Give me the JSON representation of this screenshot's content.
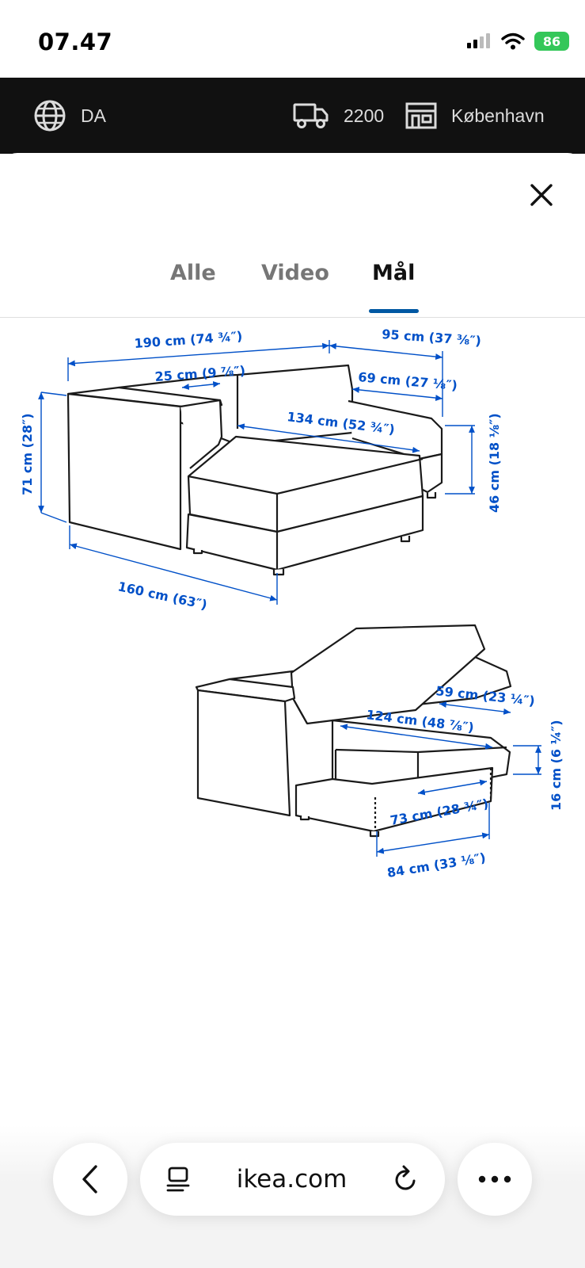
{
  "status_bar": {
    "time": "07.47",
    "battery": "86"
  },
  "header": {
    "language": "DA",
    "postal_code": "2200",
    "store": "København"
  },
  "tabs": [
    {
      "label": "Alle"
    },
    {
      "label": "Video"
    },
    {
      "label": "Mål",
      "active": true
    }
  ],
  "dimensions": {
    "top": {
      "total_width": "190 cm (74 ¾″)",
      "chaise_width": "95 cm (37 ⅜″)",
      "armrest_width": "25 cm (9 ⅞″)",
      "seat_width": "69 cm (27 ⅛″)",
      "seat_depth": "134 cm (52 ¾″)",
      "height": "71 cm (28″)",
      "seat_height": "46 cm (18 ⅛″)",
      "depth": "160 cm (63″)"
    },
    "bottom": {
      "storage_depth": "59 cm (23 ¼″)",
      "storage_length_inner": "124 cm (48 ⅞″)",
      "storage_height": "16 cm (6 ¼″)",
      "storage_width_inner": "73 cm (28 ¾″)",
      "storage_width_outer": "84 cm (33 ⅛″)"
    }
  },
  "browser": {
    "url": "ikea.com"
  },
  "colors": {
    "accent": "#0058a3",
    "dimension": "#0050c8",
    "header_bg": "#111111"
  }
}
